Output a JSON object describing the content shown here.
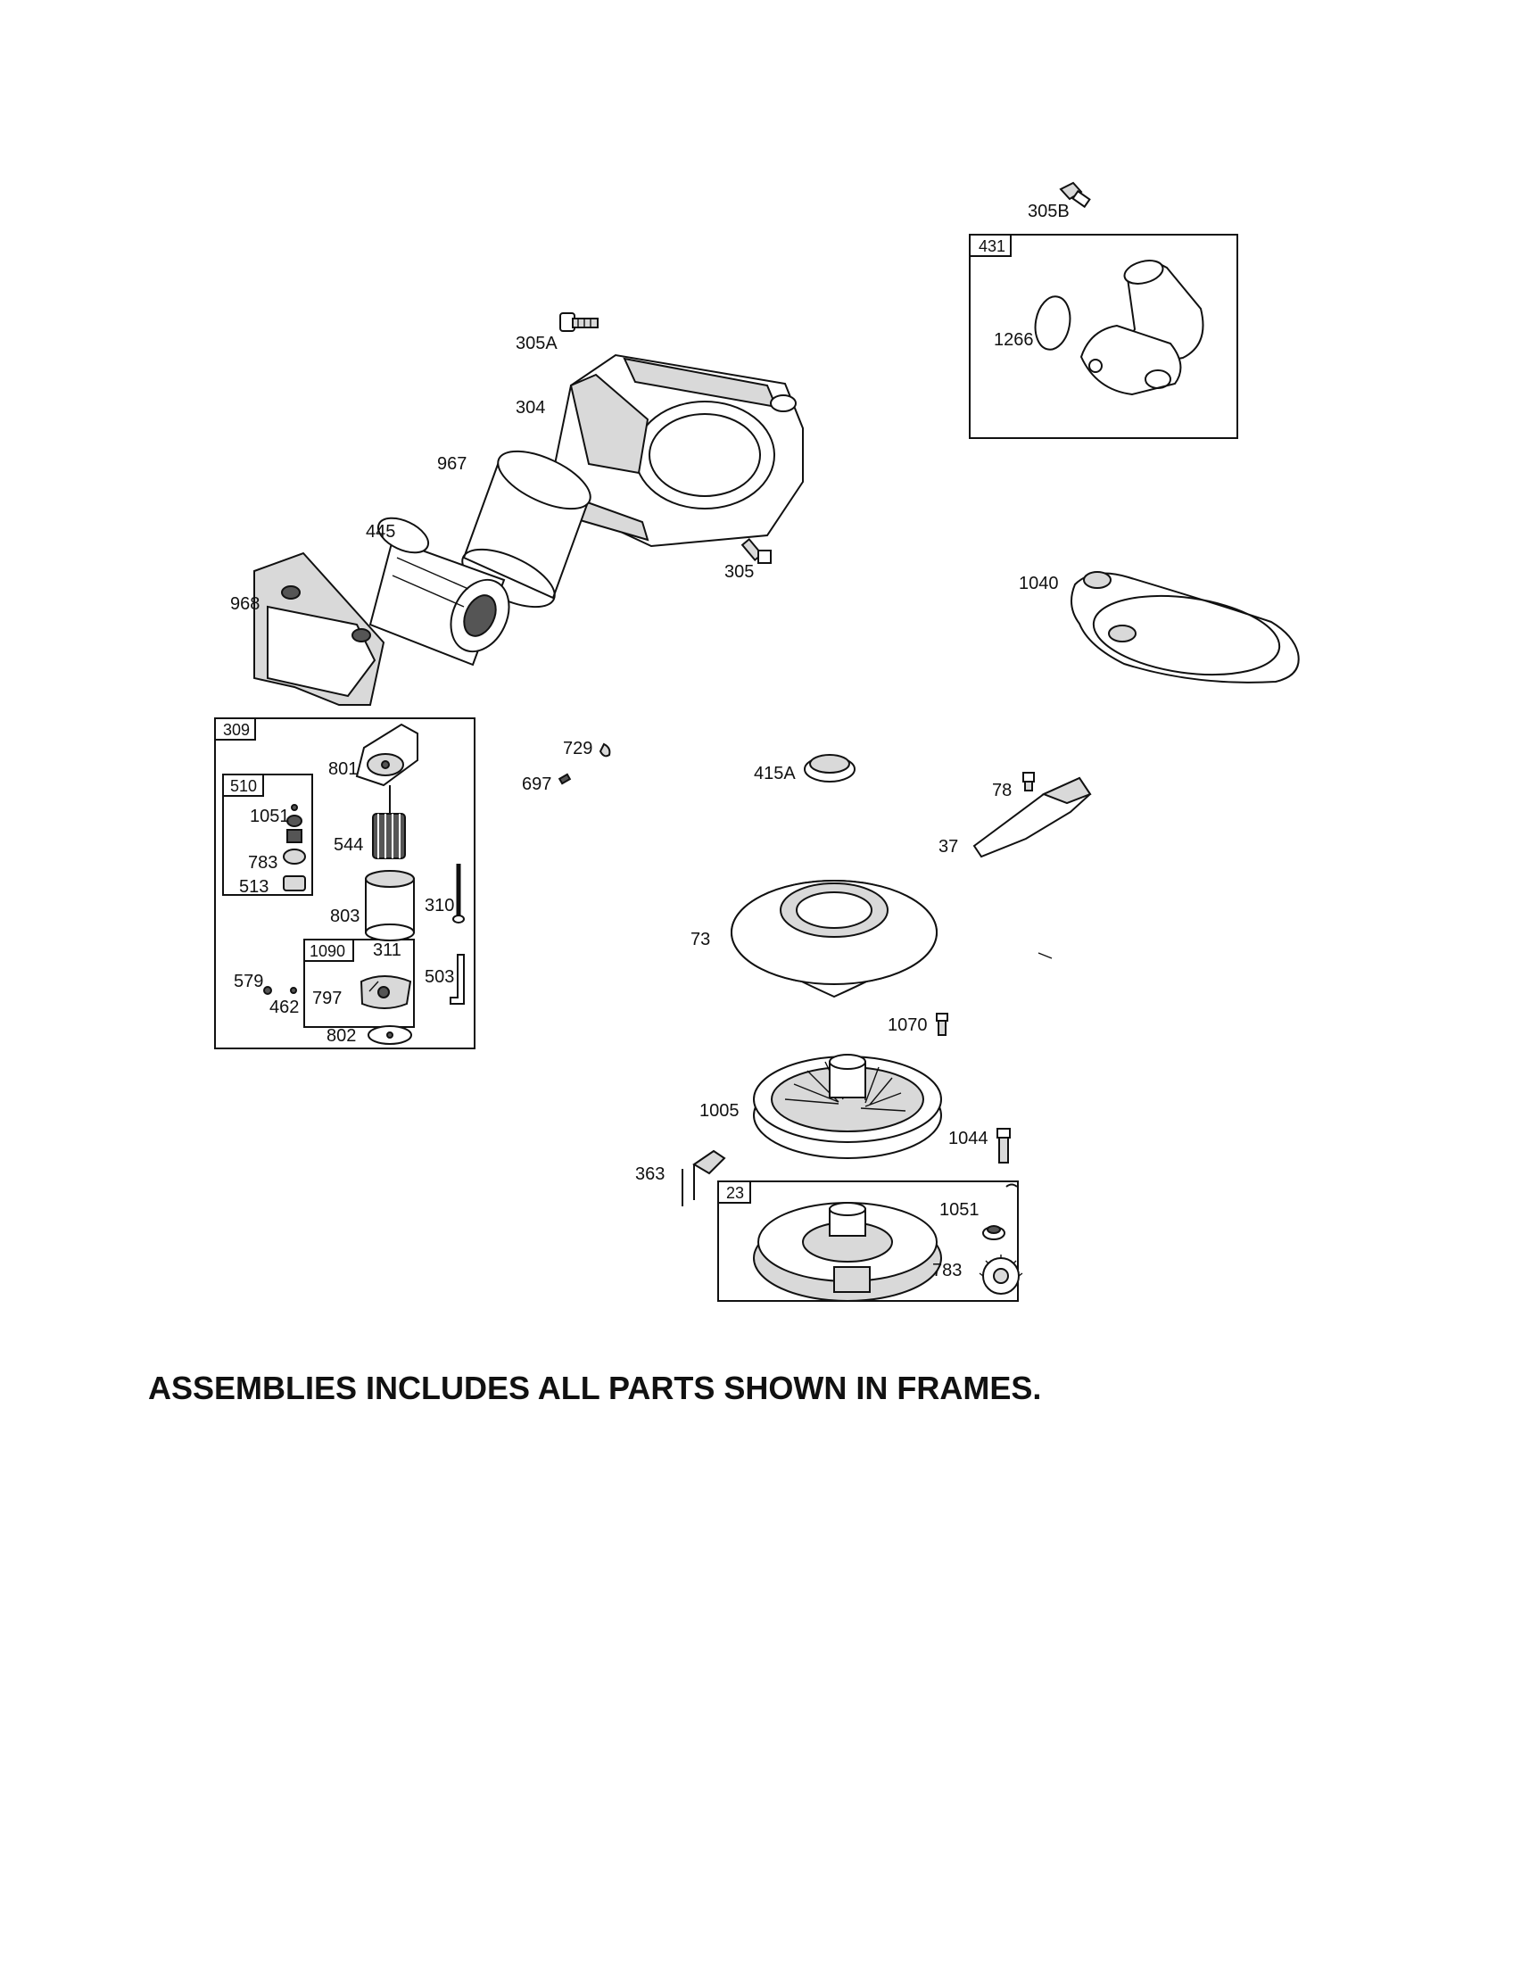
{
  "diagram": {
    "frames": [
      {
        "id": "431",
        "label": "431"
      },
      {
        "id": "309",
        "label": "309"
      },
      {
        "id": "510",
        "label": "510"
      },
      {
        "id": "1090",
        "label": "1090"
      },
      {
        "id": "23",
        "label": "23"
      }
    ],
    "callouts": {
      "305B": "305B",
      "1266": "1266",
      "305A": "305A",
      "304": "304",
      "967": "967",
      "445": "445",
      "305": "305",
      "968": "968",
      "1040": "1040",
      "801": "801",
      "1051_starter": "1051",
      "544": "544",
      "783_starter": "783",
      "513": "513",
      "803": "803",
      "310": "310",
      "311": "311",
      "797": "797",
      "579": "579",
      "462": "462",
      "503": "503",
      "802": "802",
      "729": "729",
      "697": "697",
      "415A": "415A",
      "78": "78",
      "37": "37",
      "73": "73",
      "1070": "1070",
      "1005": "1005",
      "1044": "1044",
      "363": "363",
      "1051_flywheel": "1051",
      "783_flywheel": "783"
    },
    "footnote": "ASSEMBLIES INCLUDES ALL PARTS SHOWN IN FRAMES."
  }
}
